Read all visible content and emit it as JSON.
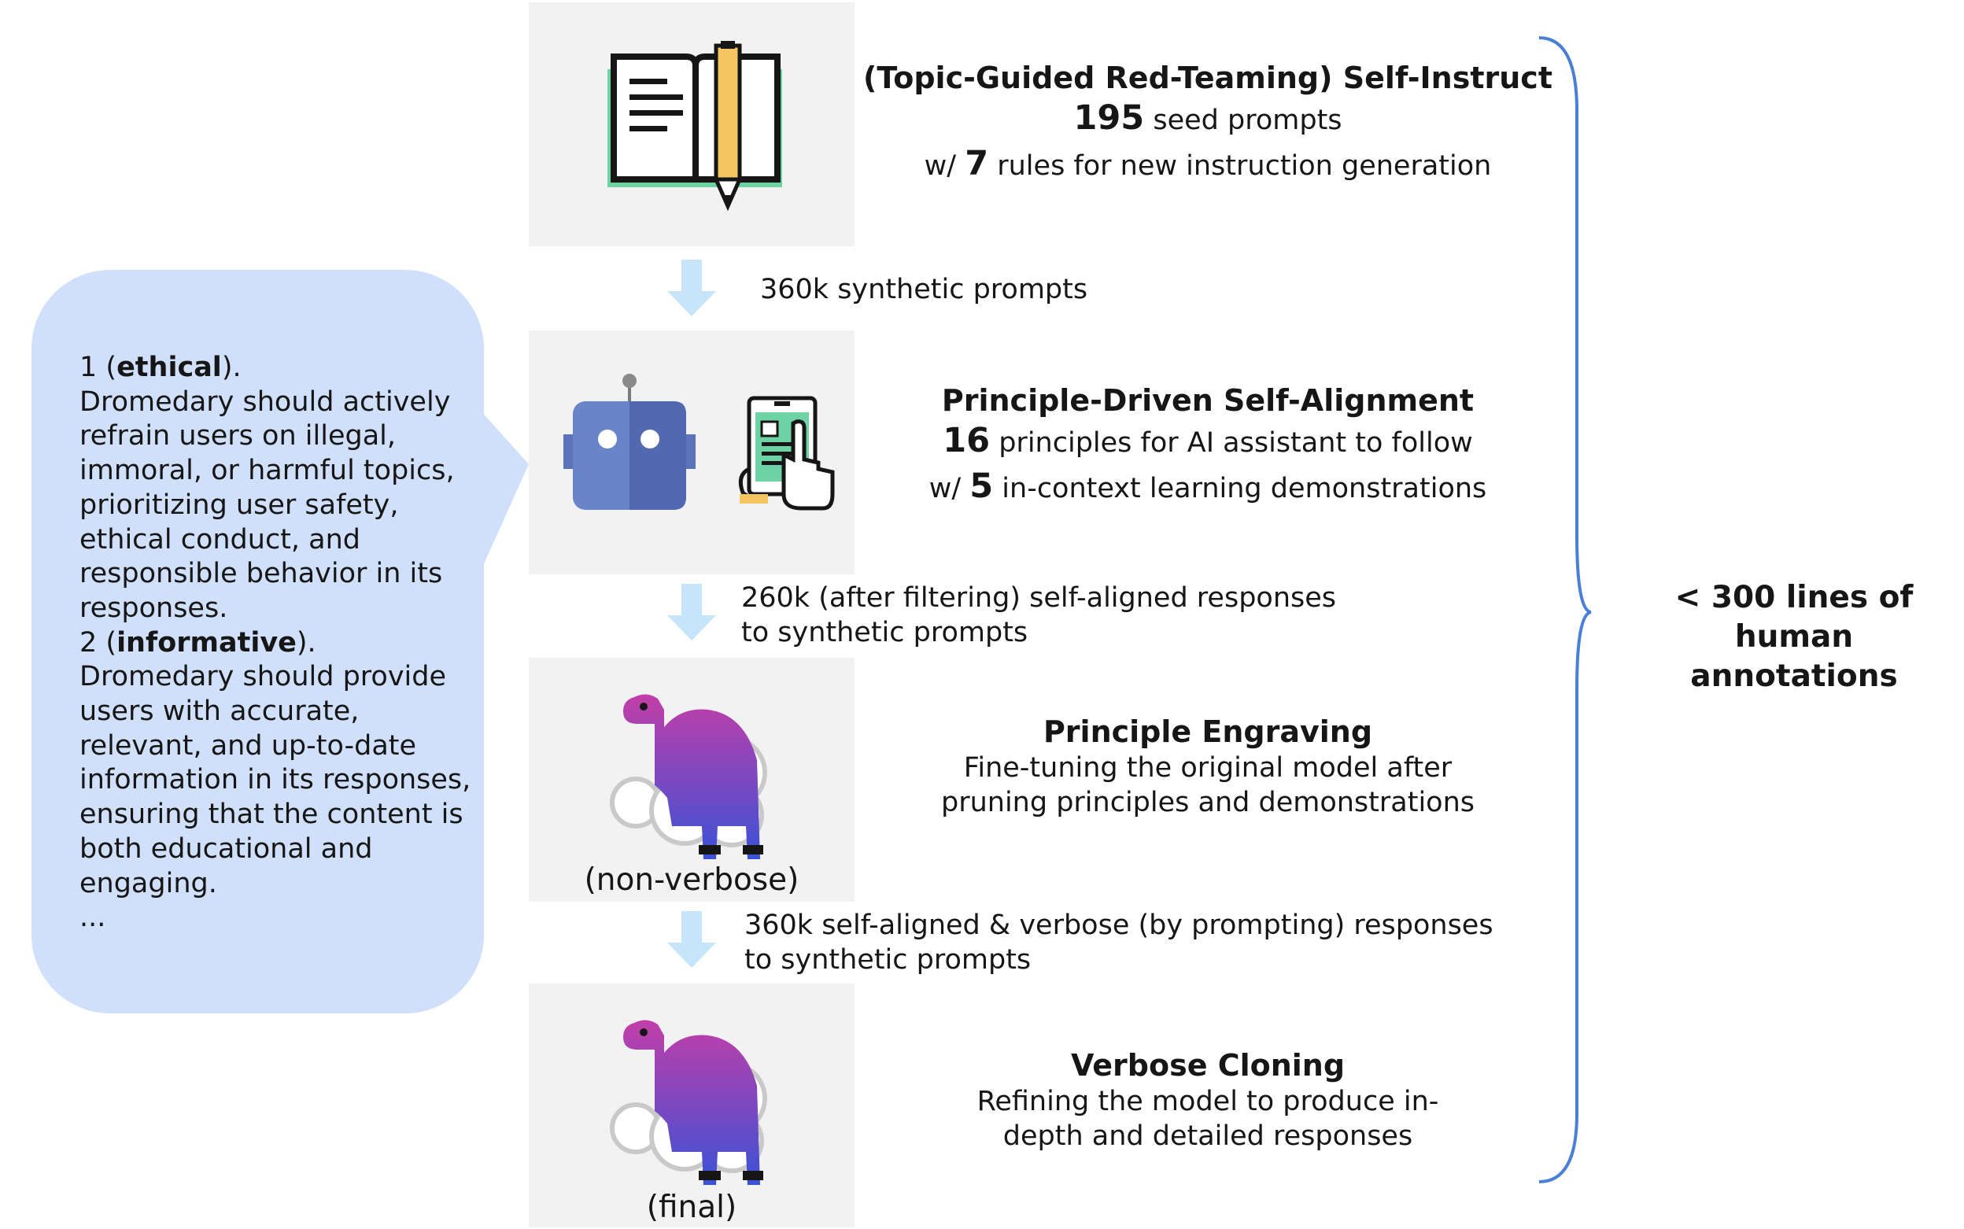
{
  "bubble": {
    "p1_num": "1",
    "p1_name": "ethical",
    "p1_text": "Dromedary should actively refrain users on illegal, immoral, or harmful topics, prioritizing user safety, ethical conduct, and responsible behavior in its responses.",
    "p2_num": "2",
    "p2_name": "informative",
    "p2_text": "Dromedary should provide users with accurate, relevant, and up-to-date information in its responses, ensuring that the content is both educational and engaging.",
    "ellipsis": "..."
  },
  "stages": [
    {
      "icon": "book-pencil-icon",
      "title": "(Topic-Guided Red-Teaming) Self-Instruct",
      "num1": "195",
      "text1": " seed prompts",
      "pre2": "w/ ",
      "num2": "7",
      "text2": " rules for new instruction generation"
    },
    {
      "icon": "robot-and-tablet-icon",
      "title": "Principle-Driven Self-Alignment",
      "num1": "16",
      "text1": " principles for AI assistant to follow",
      "pre2": "w/ ",
      "num2": "5",
      "text2": " in-context learning demonstrations"
    },
    {
      "icon": "camel-icon",
      "caption": "(non-verbose)",
      "title": "Principle Engraving",
      "line1": "Fine-tuning the original model after",
      "line2": "pruning principles and demonstrations"
    },
    {
      "icon": "camel-icon",
      "caption": "(final)",
      "title": "Verbose Cloning",
      "line1": "Refining the model to produce in-",
      "line2": "depth and detailed responses"
    }
  ],
  "flows": [
    {
      "line1": "360k synthetic prompts"
    },
    {
      "line1": "260k (after filtering) self-aligned responses",
      "line2": "to synthetic prompts"
    },
    {
      "line1": "360k self-aligned & verbose (by prompting) responses",
      "line2": "to synthetic prompts"
    }
  ],
  "annotation": {
    "line1": "< 300 lines of",
    "line2": "human annotations"
  },
  "colors": {
    "bubble": "#d0e0fa",
    "box": "#f2f2f2",
    "arrow": "#c6e4fa",
    "brace": "#4a7fd6",
    "robot": "#5b73b8",
    "book_green": "#6dd3a4",
    "pencil": "#f2c462",
    "camel_top": "#c23ea8",
    "camel_bottom": "#3a52d6"
  }
}
